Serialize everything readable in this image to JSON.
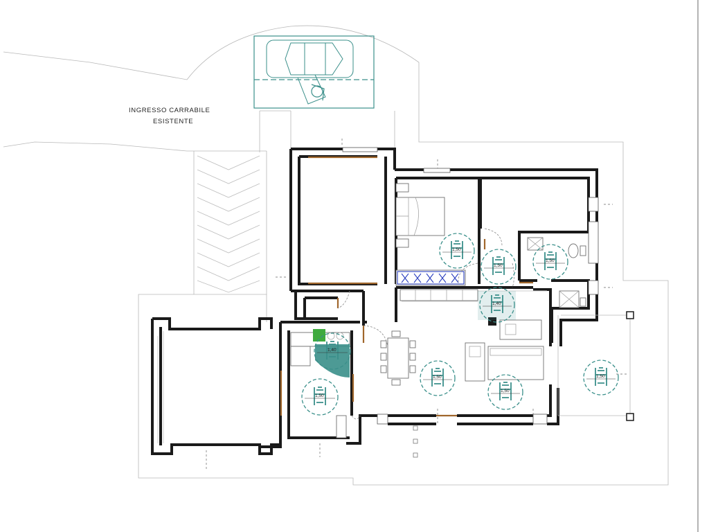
{
  "entrance": {
    "line1": "INGRESSO  CARRABILE",
    "line2": "ESISTENTE"
  },
  "turning_circles": [
    {
      "label": "1,50"
    },
    {
      "label": "1,50"
    },
    {
      "label": "1,50"
    },
    {
      "label": "1,40"
    },
    {
      "label": "1,40"
    },
    {
      "label": "1,50"
    },
    {
      "label": "1,50"
    },
    {
      "label": "1,50"
    },
    {
      "label": "1,50"
    }
  ],
  "colors": {
    "walls": "#1a1a1a",
    "accessibility": "#3a8f8a",
    "windows": "#a0662b",
    "bathroom_fixture": "#3faa3f",
    "sink_icons": "#2b3fbf"
  }
}
